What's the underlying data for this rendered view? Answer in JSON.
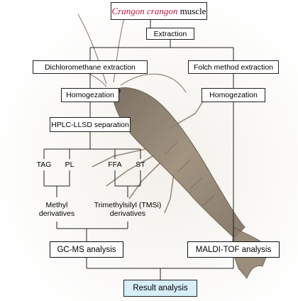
{
  "title": {
    "species": "Crangon crangon",
    "suffix": " muscle"
  },
  "steps": {
    "extraction": "Extraction",
    "dichloromethane": "Dichloromethane extraction",
    "folch": "Folch method extraction",
    "homogenization_left": "Homogezation",
    "homogenization_right": "Homogezation",
    "hplc": "HPLC-LLSD separation",
    "gcms": "GC-MS analysis",
    "maldi": "MALDI-TOF  analysis",
    "result": "Result analysis"
  },
  "fractions": {
    "tag": "TAG",
    "pl": "PL",
    "ffa": "FFA",
    "st": "ST"
  },
  "derivatives": {
    "methyl_line1": "Methyl",
    "methyl_line2": "derivatives",
    "tmsi_line1": "Trimethylsilyl (TMSi)",
    "tmsi_line2": "derivatives"
  },
  "colors": {
    "species_text": "#c0143c",
    "result_fill": "#d6eef6",
    "shrimp_body": "#8a7a68"
  }
}
